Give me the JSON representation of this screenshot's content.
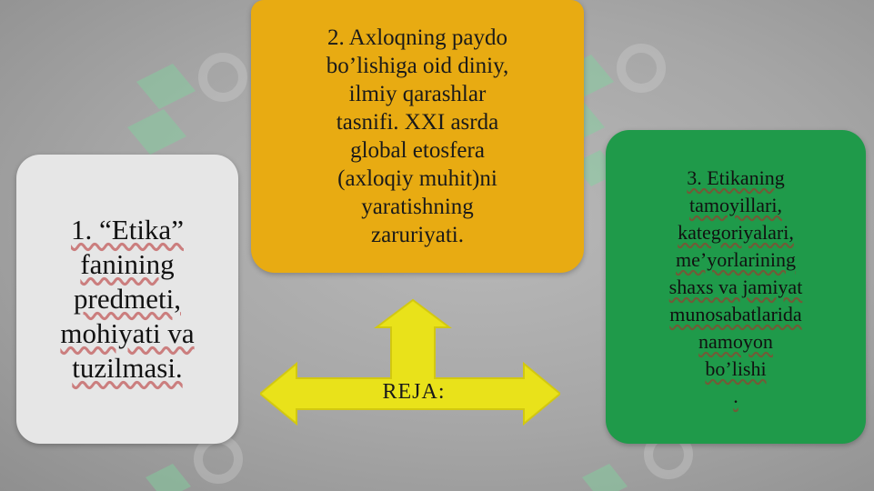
{
  "diagram": {
    "center_label": "REJA:",
    "items": [
      {
        "text": "1. “Etika”\nfanining\npredmeti,\nmohiyati va\ntuzilmasi."
      },
      {
        "text": "2. Axloqning paydo\nbo’lishiga oid diniy,\nilmiy qarashlar\ntasnifi. XXI asrda\nglobal etosfera\n(axloqiy muhit)ni\nyaratishning\nzaruriyati."
      },
      {
        "text": "3. Etikaning\ntamoyillari,\nkategoriyalari,\nme’yorlarining\nshaxs va jamiyat\nmunosabatlarida\nnamoyon\nbo’lishi\n."
      }
    ],
    "colors": {
      "background": "#a6a6a6",
      "item1": "#e6e6e6",
      "item2": "#e8ab12",
      "item3": "#1f9a4a",
      "arrow": "#e9e21a"
    }
  }
}
